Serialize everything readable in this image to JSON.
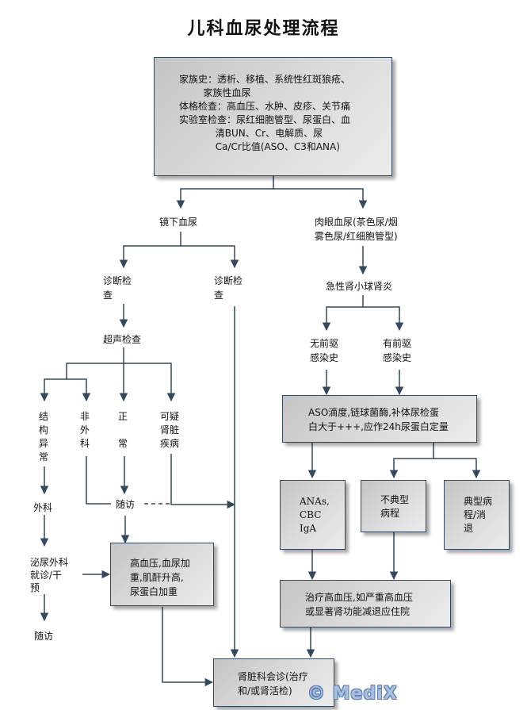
{
  "title": "儿科血尿处理流程",
  "colors": {
    "line": "#34495e",
    "box_fill_start": "#c4c4c4",
    "box_fill_end": "#ececec",
    "watermark": "#a9bfdc"
  },
  "nodes": {
    "history": "家族史：透析、移植、系统性红斑狼疮、\n        家族性血尿\n体格检查：高血压、水肿、皮疹、关节痛\n实验室检查：尿红细胞管型、尿蛋白、血\n            清BUN、Cr、电解质、尿\n            Ca/Cr比值(ASO、C3和ANA)",
    "microscopic": "镜下血尿",
    "gross": "肉眼血尿(茶色尿/烟\n雾色尿/红细胞管型)",
    "diag_left": "诊断检\n查",
    "diag_right": "诊断检\n查",
    "ultrasound": "超声检查",
    "structural": "结\n构\n异\n常",
    "nonsurgical": "非\n外\n科",
    "normal": "正\n\n常",
    "suspect_renal": "可疑\n肾脏\n疾病",
    "surgery": "外科",
    "urology": "泌尿外科\n就诊/干\n预",
    "followup_left": "随访",
    "followup_mid": "随访",
    "worsening": "高血压,血尿加\n重,肌酐升高,\n尿蛋白加重",
    "nephrology": "肾脏科会诊(治疗\n和/或肾活检)",
    "agn": "急性肾小球肾炎",
    "no_infection": "无前驱\n感染史",
    "infection": "有前驱\n感染史",
    "aso": "ASO滴度,链球菌酶,补体尿检蛋\n白大于+++,应作24h尿蛋白定量",
    "anas": "ANAs,\nCBC\nIgA",
    "atypical": "不典型\n病程",
    "typical": "典型病\n程/消\n退",
    "treat_htn": "治疗高血压,如严重高血压\n或显著肾功能减退应住院"
  },
  "watermark": "© MediX"
}
